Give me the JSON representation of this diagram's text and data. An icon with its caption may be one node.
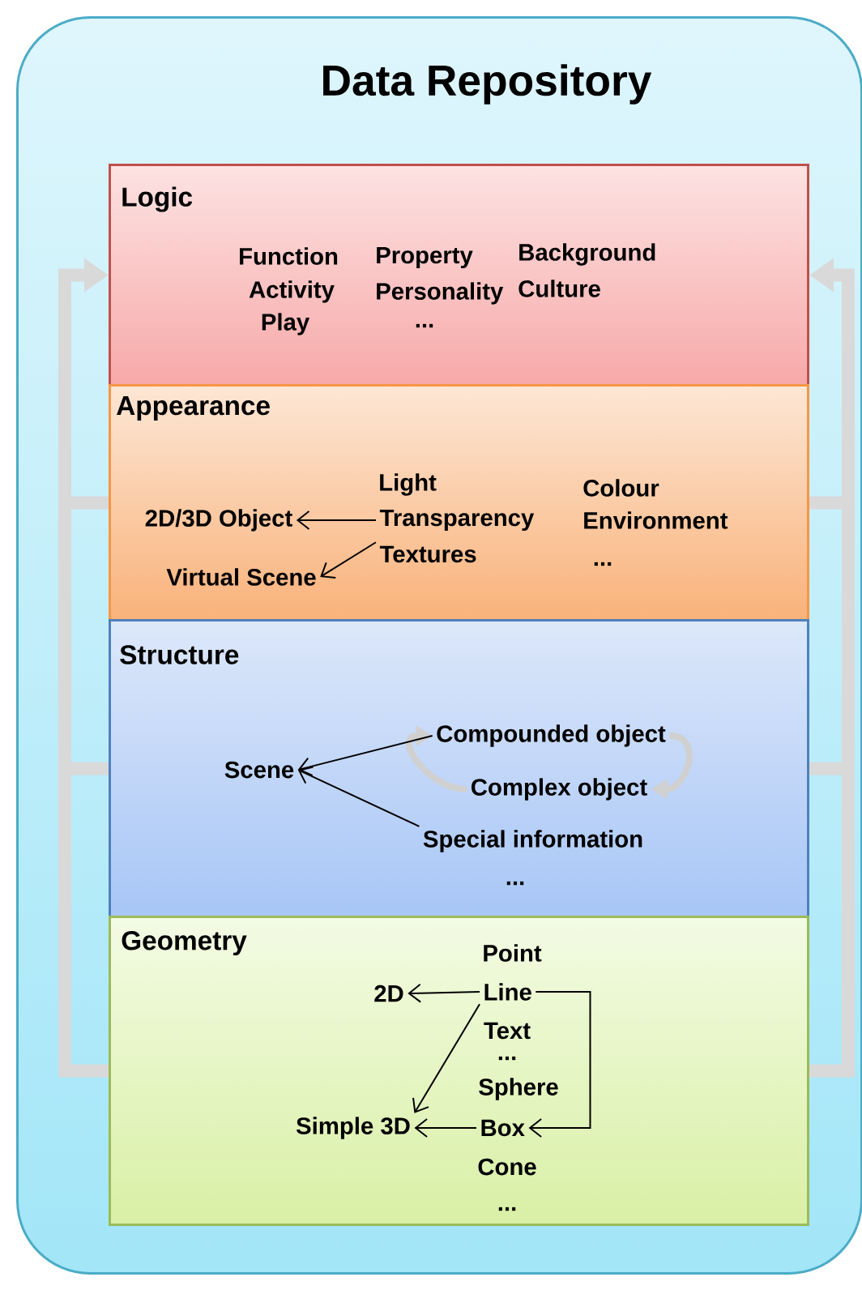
{
  "diagram": {
    "nodes": [
      {
        "text": [
          "Data Repository"
        ]
      },
      {
        "text": [
          "Logic",
          "Function",
          "Activity",
          "Play",
          "Property",
          "Personality",
          "...",
          "Background",
          "Culture"
        ],
        "in": 0
      },
      {
        "text": [
          "Appearance",
          "Light",
          "Colour",
          "Environment",
          "..."
        ],
        "in": 0
      },
      {
        "text": [
          "2D/3D Object"
        ],
        "in": 2
      },
      {
        "text": [
          "Transparency"
        ],
        "in": 2
      },
      {
        "text": [
          "Textures"
        ],
        "in": 2
      },
      {
        "text": [
          "Virtual Scene"
        ],
        "in": 2
      },
      {
        "text": [
          "Structure",
          "..."
        ],
        "in": 0
      },
      {
        "text": [
          "Compounded object"
        ],
        "in": 7
      },
      {
        "text": [
          "Scene"
        ],
        "in": 7
      },
      {
        "text": [
          "Complex object"
        ],
        "in": 7
      },
      {
        "text": [
          "Special information"
        ],
        "in": 7
      },
      {
        "text": [
          "Geometry",
          "Point",
          "Text",
          "...",
          "Sphere",
          "Cone",
          "..."
        ],
        "in": 0
      },
      {
        "text": [
          "2D"
        ],
        "in": 12
      },
      {
        "text": [
          "Line"
        ],
        "in": 12
      },
      {
        "text": [
          "Simple 3D"
        ],
        "in": 12
      },
      {
        "text": [
          "Box"
        ],
        "in": 12
      }
    ],
    "edges": [
      {
        "from": 4,
        "to": 3,
        "arrow": "to"
      },
      {
        "from": 5,
        "to": 6,
        "arrow": "to"
      },
      {
        "from": 8,
        "to": 10,
        "arrow": "to",
        "style": "thick",
        "color": "#d0d0d0"
      },
      {
        "from": 10,
        "to": 8,
        "arrow": "to",
        "style": "thick",
        "color": "#d0d0d0"
      },
      {
        "from": 8,
        "to": 9,
        "arrow": "to"
      },
      {
        "from": 11,
        "to": 9,
        "arrow": "to"
      },
      {
        "from": 14,
        "to": 13,
        "arrow": "to"
      },
      {
        "from": 14,
        "to": 15,
        "arrow": "to"
      },
      {
        "from": 16,
        "to": 15,
        "arrow": "to"
      },
      {
        "from": 14,
        "to": 16,
        "arrow": "to"
      },
      {
        "from": 2,
        "to": 1,
        "arrow": "to",
        "style": "thick",
        "color": "#d9d9d9"
      },
      {
        "from": 7,
        "to": 1,
        "arrow": "to",
        "style": "thick",
        "color": "#d9d9d9"
      },
      {
        "from": 12,
        "to": 1,
        "arrow": "to",
        "style": "thick",
        "color": "#d9d9d9"
      },
      {
        "from": 2,
        "to": 1,
        "arrow": "to",
        "style": "thick",
        "color": "#d9d9d9"
      },
      {
        "from": 7,
        "to": 1,
        "arrow": "to",
        "style": "thick",
        "color": "#d9d9d9"
      },
      {
        "from": 12,
        "to": 1,
        "arrow": "to",
        "style": "thick",
        "color": "#d9d9d9"
      }
    ]
  }
}
